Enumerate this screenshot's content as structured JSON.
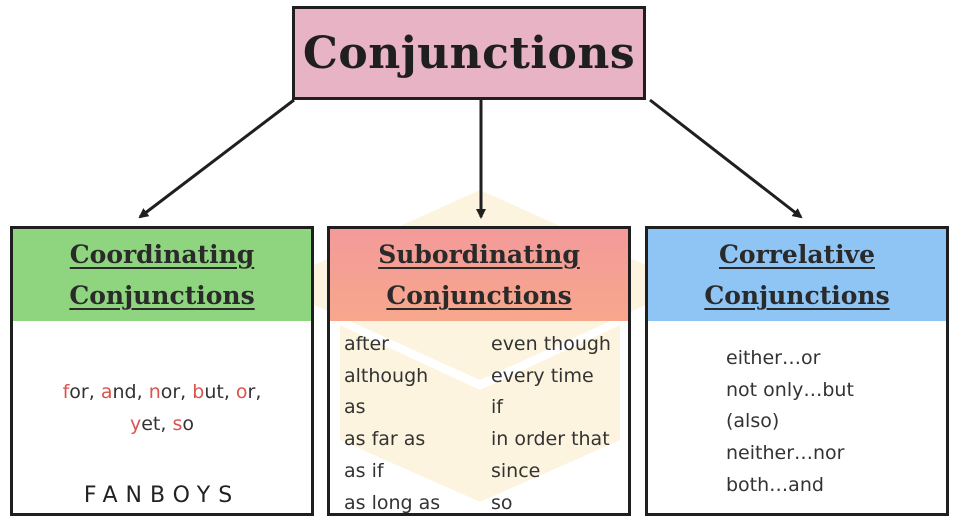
{
  "title": "Conjunctions",
  "colors": {
    "title_bg": "#e7b3c5",
    "coordinating_head": "#8fd47f",
    "subordinating_head": "#f5a090",
    "correlative_head": "#8fc5f5",
    "highlight": "#d9534f",
    "border": "#1f1f1f"
  },
  "coordinating": {
    "heading_line1": "Coordinating",
    "heading_line2": "Conjunctions",
    "line1": [
      {
        "hl": "f",
        "rest": "or"
      },
      {
        "sep": ", "
      },
      {
        "hl": "a",
        "rest": "nd"
      },
      {
        "sep": ", "
      },
      {
        "hl": "n",
        "rest": "or"
      },
      {
        "sep": ", "
      },
      {
        "hl": "b",
        "rest": "ut"
      },
      {
        "sep": ", "
      },
      {
        "hl": "o",
        "rest": "r"
      },
      {
        "sep": ","
      }
    ],
    "line2": [
      {
        "hl": "y",
        "rest": "et"
      },
      {
        "sep": ", "
      },
      {
        "hl": "s",
        "rest": "o"
      }
    ],
    "acronym": "FANBOYS"
  },
  "subordinating": {
    "heading_line1": "Subordinating",
    "heading_line2": "Conjunctions",
    "left": [
      "after",
      "although",
      "as",
      "as far as",
      "as if",
      "as long as"
    ],
    "right": [
      "even though",
      "every time",
      "if",
      "in order that",
      "since",
      "so"
    ]
  },
  "correlative": {
    "heading_line1": "Correlative",
    "heading_line2": "Conjunctions",
    "items": [
      "either…or",
      "not only…but",
      "(also)",
      "neither…nor",
      "both…and"
    ]
  }
}
